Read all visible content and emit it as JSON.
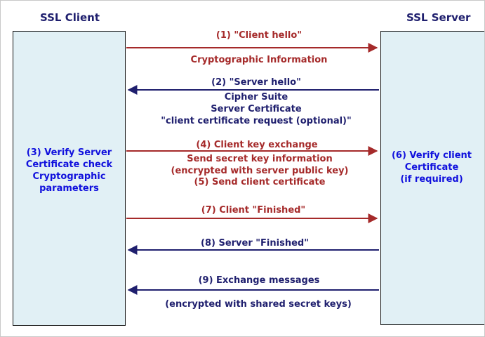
{
  "client": {
    "title": "SSL Client",
    "note": "(3) Verify Server\nCertificate check\nCryptographic\nparameters"
  },
  "server": {
    "title": "SSL Server",
    "note": "(6) Verify client\nCertificate\n(if required)"
  },
  "messages": {
    "m1": "(1) \"Client hello\"",
    "m1_detail": "Cryptographic Information",
    "m2": "(2) \"Server hello\"",
    "m2_cipher": "Cipher Suite",
    "m2_cert": "Server Certificate",
    "m2_request": "\"client certificate request (optional)\"",
    "m4": "(4) Client key exchange",
    "m4_send": "Send secret key information",
    "m4_enc": "(encrypted with server public key)",
    "m5": "(5) Send client certificate",
    "m7": "(7) Client \"Finished\"",
    "m8": "(8) Server \"Finished\"",
    "m9": "(9) Exchange messages",
    "m9_detail": "(encrypted with shared secret keys)"
  },
  "colors": {
    "to_server": "#a52a2a",
    "to_client": "#1f1f6e",
    "box_fill": "#e1f0f5",
    "note_text": "#1111dd"
  }
}
